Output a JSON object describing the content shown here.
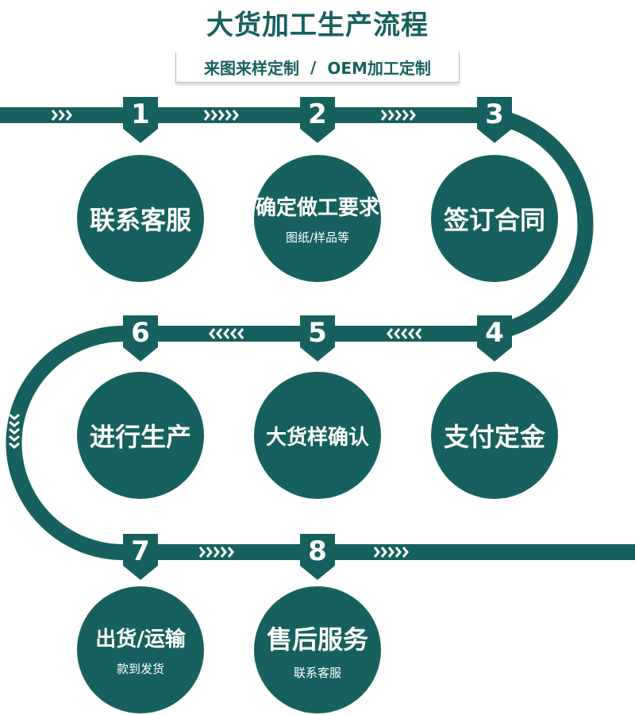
{
  "title": "大货加工生产流程",
  "subtitle": {
    "left": "来图来样定制",
    "separator": "/",
    "right": "OEM加工定制"
  },
  "colors": {
    "primary": "#16615e",
    "text_on_primary": "#ffffff",
    "chevrons": "#ffffff"
  },
  "steps": [
    {
      "number": "1",
      "label": "联系客服",
      "sub": ""
    },
    {
      "number": "2",
      "label": "确定做工要求",
      "sub": "图纸/样品等"
    },
    {
      "number": "3",
      "label": "签订合同",
      "sub": ""
    },
    {
      "number": "4",
      "label": "支付定金",
      "sub": ""
    },
    {
      "number": "5",
      "label": "大货样确认",
      "sub": ""
    },
    {
      "number": "6",
      "label": "进行生产",
      "sub": ""
    },
    {
      "number": "7",
      "label": "出货/运输",
      "sub": "款到发货"
    },
    {
      "number": "8",
      "label": "售后服务",
      "sub": "联系客服"
    }
  ]
}
